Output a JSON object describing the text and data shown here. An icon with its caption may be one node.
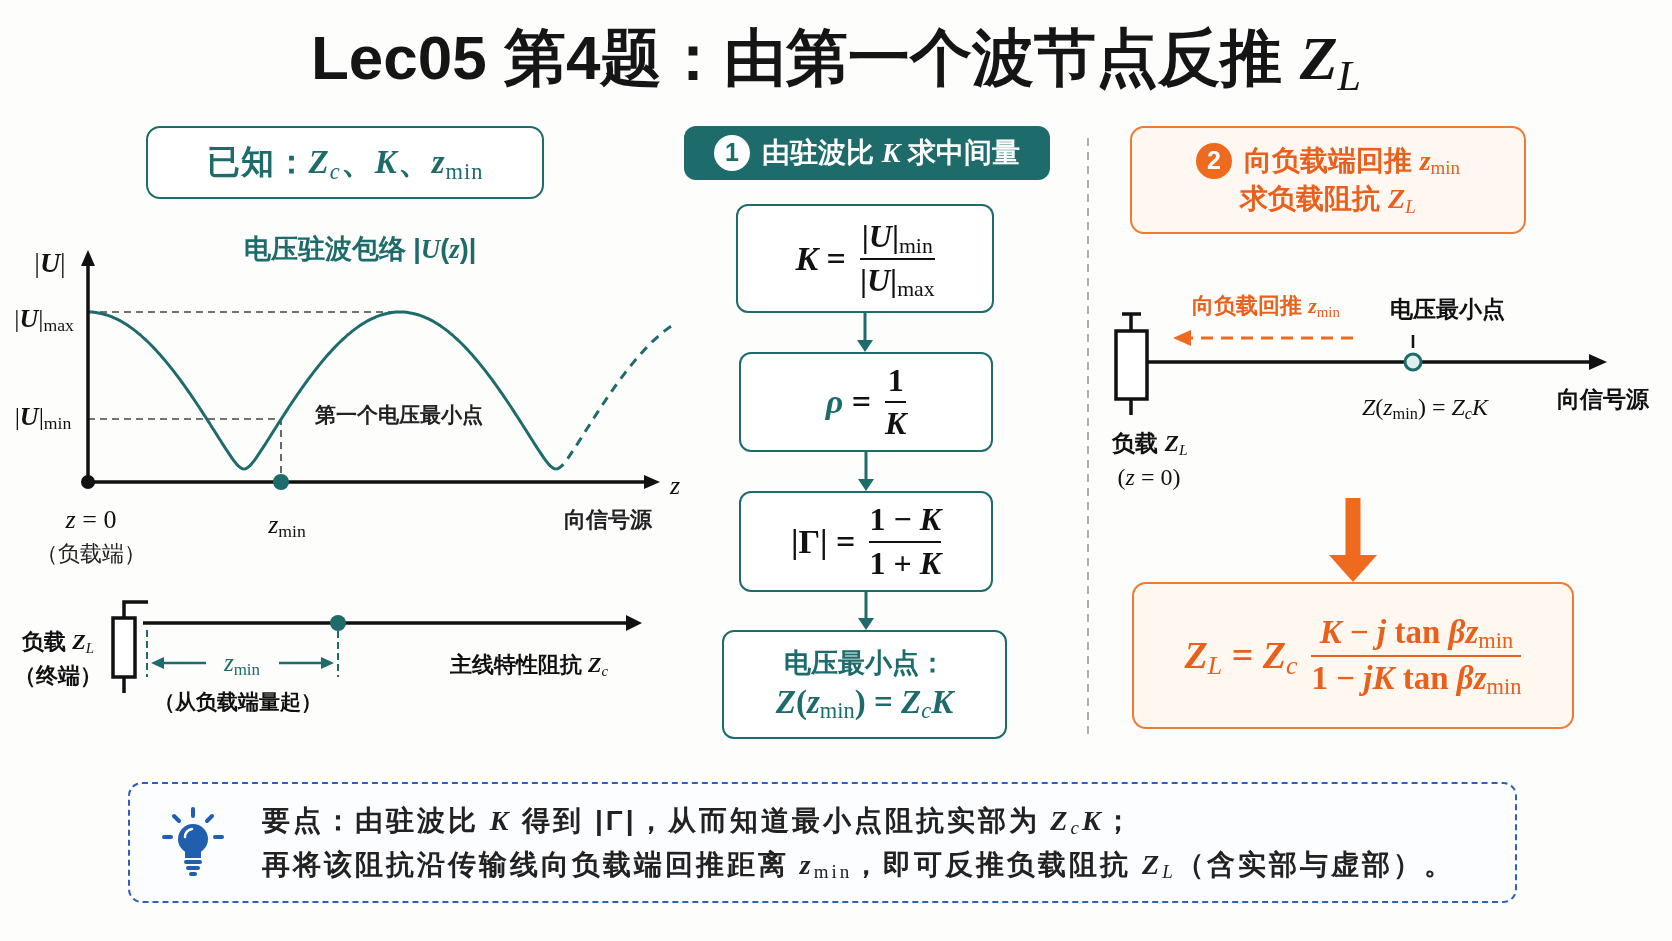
{
  "diagram": {
    "title": "Lec05 第4题：由第一个波节点反推 *Z*$_{L}$",
    "nodes": [
      {
        "text": [
          "已知：*Z*$_{c}$、*K*、*z*$_{min}$"
        ]
      },
      {
        "text": [
          "1",
          "由驻波比 *K* 求中间量"
        ]
      },
      {
        "text": [
          "*K* =",
          "|*U*|$_{min}$",
          "|*U*|$_{max}$"
        ]
      },
      {
        "text": [
          "*ρ* =",
          "1",
          "*K*"
        ]
      },
      {
        "text": [
          "|Γ| =",
          "1 − *K*",
          "1 + *K*"
        ]
      },
      {
        "text": [
          "电压最小点：",
          "*Z*(*z*$_{min}$) = *Z*$_{c}$*K*"
        ]
      },
      {
        "text": [
          "2",
          "向负载端回推 *z*$_{min}$",
          "求负载阻抗 *Z*$_{L}$"
        ]
      },
      {
        "text": [
          "*Z*$_{L}$ = *Z*$_{c}$",
          "*K* − *j* tan *βz*$_{min}$",
          "1 − *jK* tan *βz*$_{min}$"
        ]
      },
      {
        "text": [
          "要点：由驻波比 *K* 得到 |Γ|，从而知道最小点阻抗实部为 *Z*$_{c}$*K*；",
          "再将该阻抗沿传输线向负载端回推距离 *z*$_{min}$，即可反推负载阻抗 *Z*$_{L}$（含实部与虚部）。"
        ]
      }
    ],
    "edges": [
      {
        "from": 2,
        "to": 3,
        "arrow": "to"
      },
      {
        "from": 3,
        "to": 4,
        "arrow": "to"
      },
      {
        "from": 4,
        "to": 5,
        "arrow": "to"
      },
      {
        "from": null,
        "to": 7,
        "arrow": "to",
        "style": "thick",
        "color": "#ee6a1f"
      }
    ],
    "labels": [
      "电压驻波包络 |*U*(*z*)|",
      "|*U*|",
      "|*U*|$_{max}$",
      "|*U*|$_{min}$",
      "第一个电压最小点",
      "*z*",
      "*z* = 0",
      "（负载端）",
      "*z*$_{min}$",
      "向信号源",
      "负载 *Z*$_{L}$",
      "（终端）",
      "*z*$_{min}$",
      "主线特性阻抗 *Z*$_{c}$",
      "（从负载端量起）",
      "向负载回推 *z*$_{min}$",
      "电压最小点",
      "*Z*(*z*$_{min}$) = *Z*$_{c}$*K*",
      "向信号源",
      "负载 *Z*$_{L}$",
      "(*z* = 0)"
    ]
  }
}
